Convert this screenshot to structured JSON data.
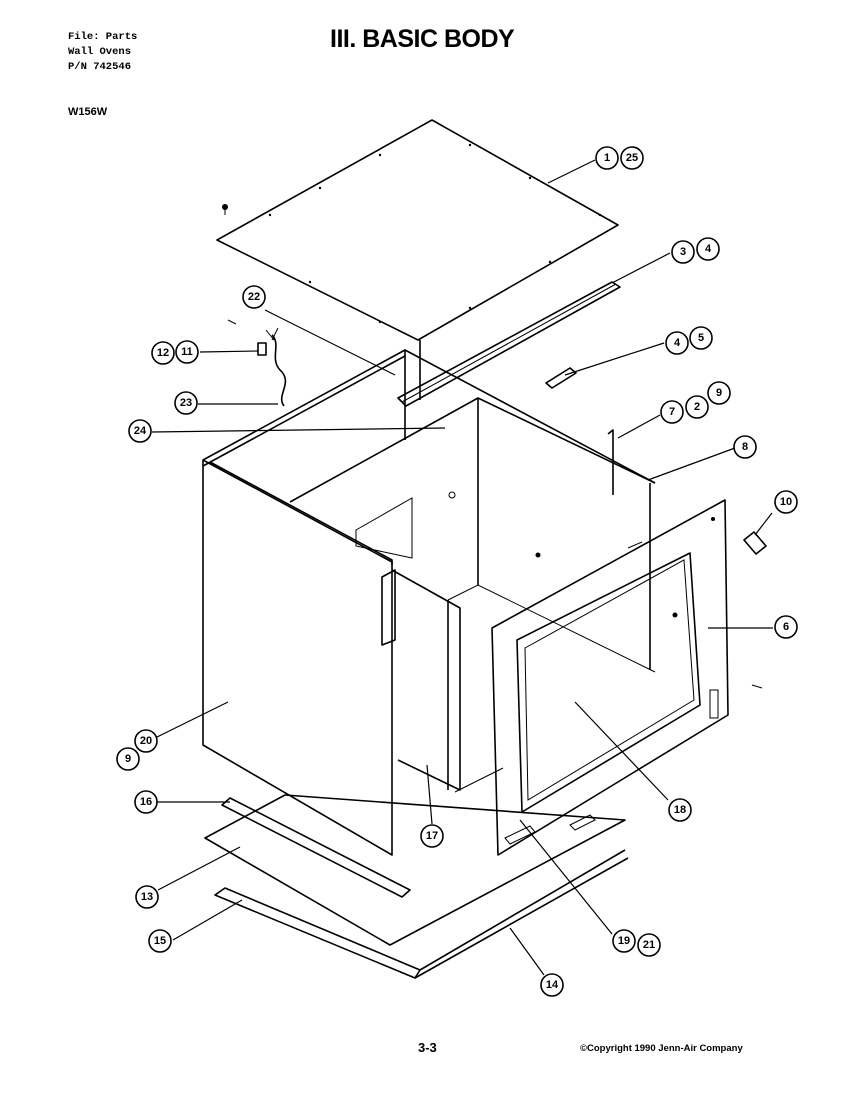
{
  "header": {
    "file_line": "File: Parts",
    "product_line": "Wall Ovens",
    "part_number_line": "P/N 742546",
    "model": "W156W"
  },
  "title": "III. BASIC BODY",
  "footer": {
    "page_number": "3-3",
    "copyright": "©Copyright 1990 Jenn-Air Company"
  },
  "callouts": [
    "1",
    "25",
    "3",
    "4",
    "4",
    "5",
    "7",
    "2",
    "9",
    "8",
    "10",
    "6",
    "22",
    "12",
    "11",
    "23",
    "24",
    "20",
    "9",
    "16",
    "13",
    "15",
    "17",
    "18",
    "19",
    "21",
    "14"
  ]
}
